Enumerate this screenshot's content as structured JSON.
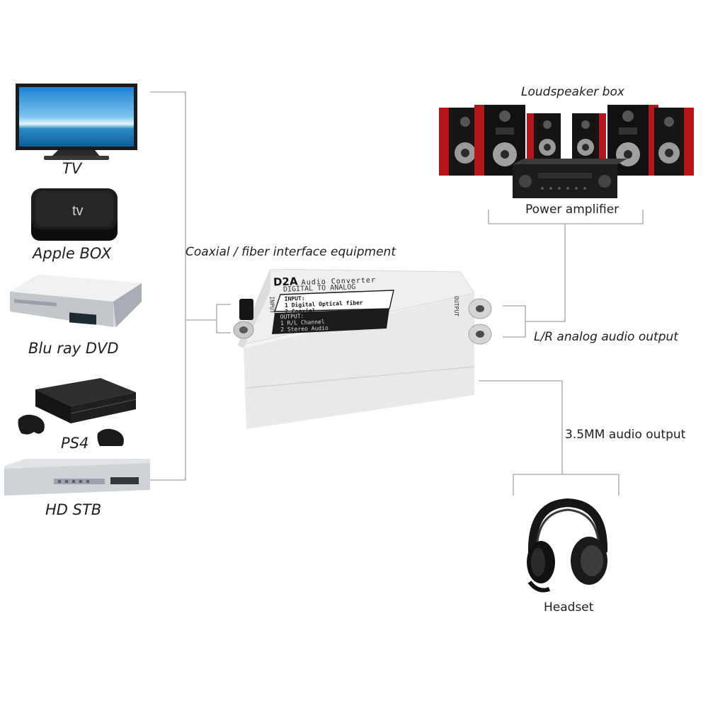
{
  "sources": [
    {
      "label": "TV",
      "icon": "tv-icon"
    },
    {
      "label": "Apple BOX",
      "icon": "apple-tv-box-icon"
    },
    {
      "label": "Blu ray DVD",
      "icon": "bluray-dvd-player-icon"
    },
    {
      "label": "PS4",
      "icon": "game-console-icon"
    },
    {
      "label": "HD STB",
      "icon": "set-top-box-icon"
    }
  ],
  "input_label": "Coaxial / fiber interface equipment",
  "converter": {
    "brand": "D2A",
    "subtitle": "Audio Converter",
    "tagline": "DIGITAL TO ANALOG",
    "input_heading": "INPUT:",
    "input_1": "1 Digital Optical fiber",
    "input_2": "2 Coaxial",
    "output_heading": "OUTPUT:",
    "output_1": "1 R/L Channel",
    "output_2": "2 Stereo Audio",
    "side_in": "INPUT",
    "side_out": "OUTPUT"
  },
  "outputs": {
    "speakers": "Loudspeaker box",
    "amplifier": "Power amplifier",
    "lr_output": "L/R analog audio output",
    "jack_output": "3.5MM audio output",
    "headset": "Headset"
  },
  "colors": {
    "connector_line": "#b4b4b4",
    "speaker_red": "#b3161b",
    "label_text": "#1e1e1e"
  }
}
